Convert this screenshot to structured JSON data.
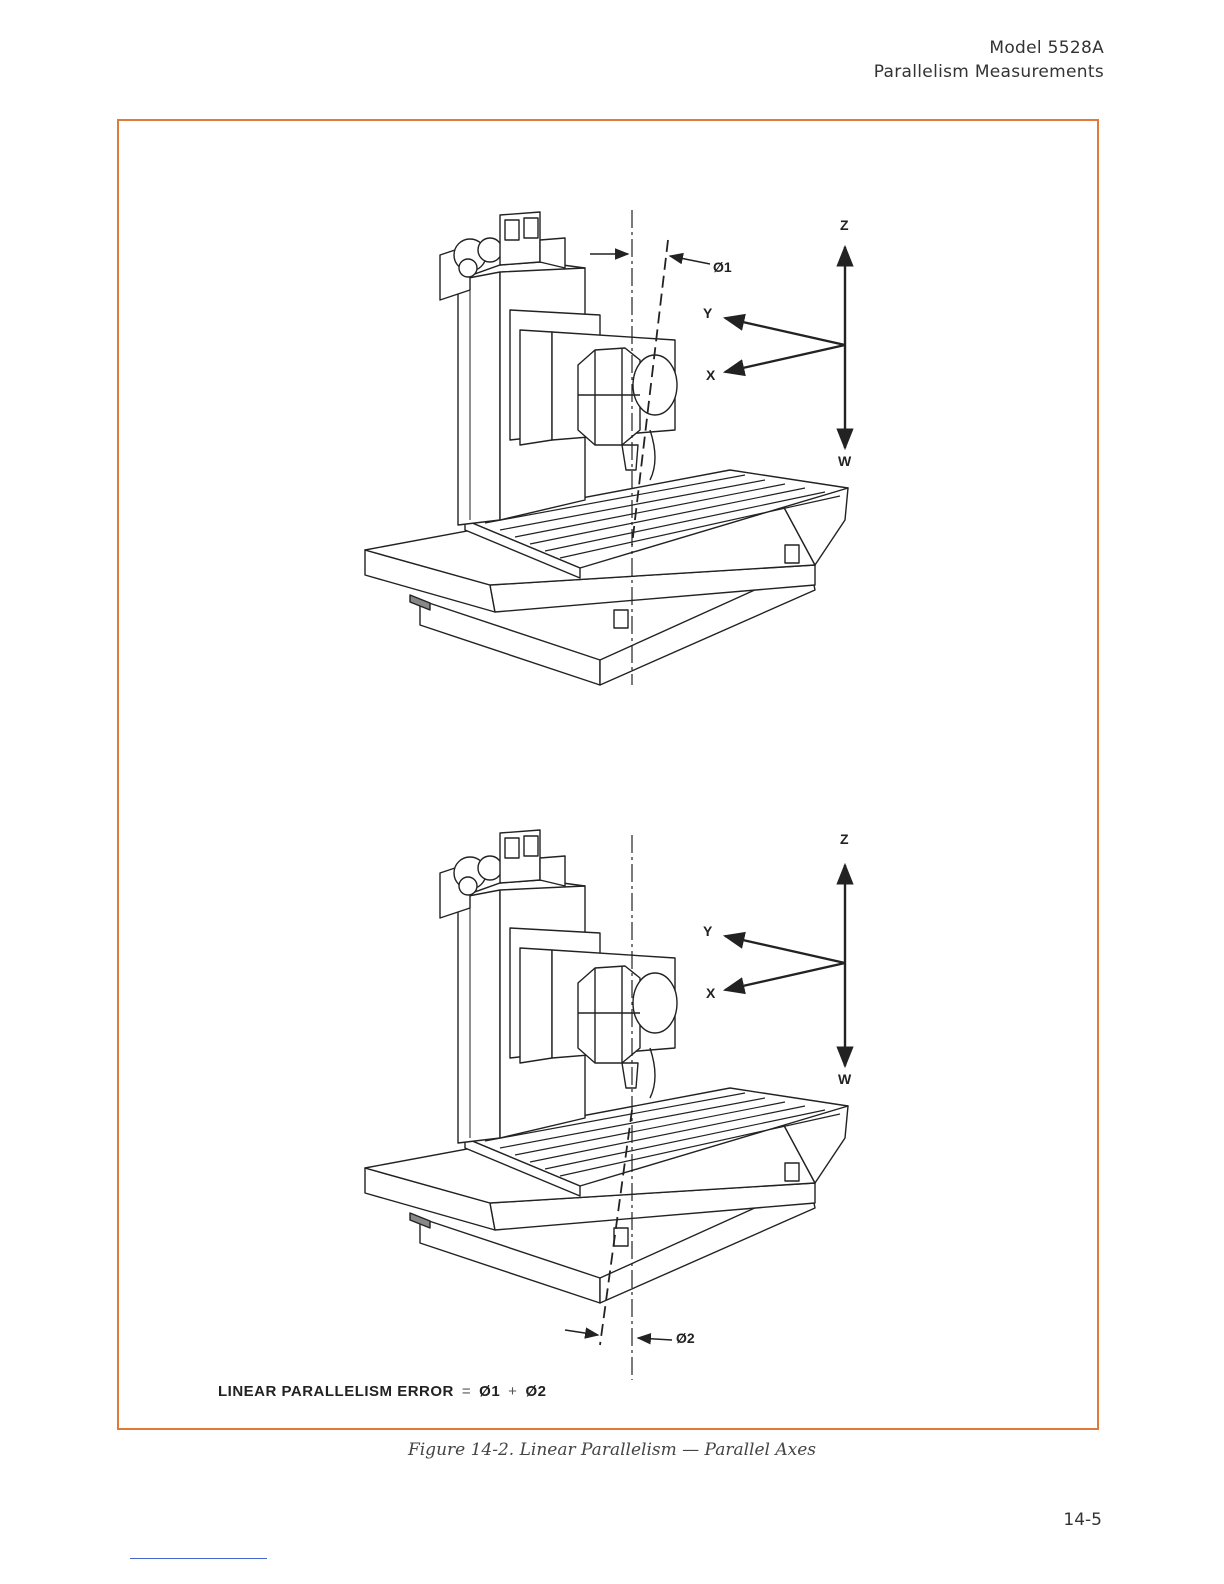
{
  "header": {
    "line1": "Model 5528A",
    "line2": "Parallelism Measurements"
  },
  "figure_top": {
    "labels": {
      "z": "Z",
      "y": "Y",
      "x": "X",
      "w": "W",
      "angle": "Ø1"
    }
  },
  "figure_bottom": {
    "labels": {
      "z": "Z",
      "y": "Y",
      "x": "X",
      "w": "W",
      "angle": "Ø2"
    }
  },
  "error_formula": {
    "label": "LINEAR PARALLELISM ERROR",
    "equals": "=",
    "term1": "Ø1",
    "plus": "+",
    "term2": "Ø2"
  },
  "caption": "Figure 14-2. Linear Parallelism — Parallel Axes",
  "page_number": "14-5",
  "colors": {
    "frame_border": "#e07a3a",
    "footer_rule": "#4466cc",
    "line_art": "#222222"
  }
}
